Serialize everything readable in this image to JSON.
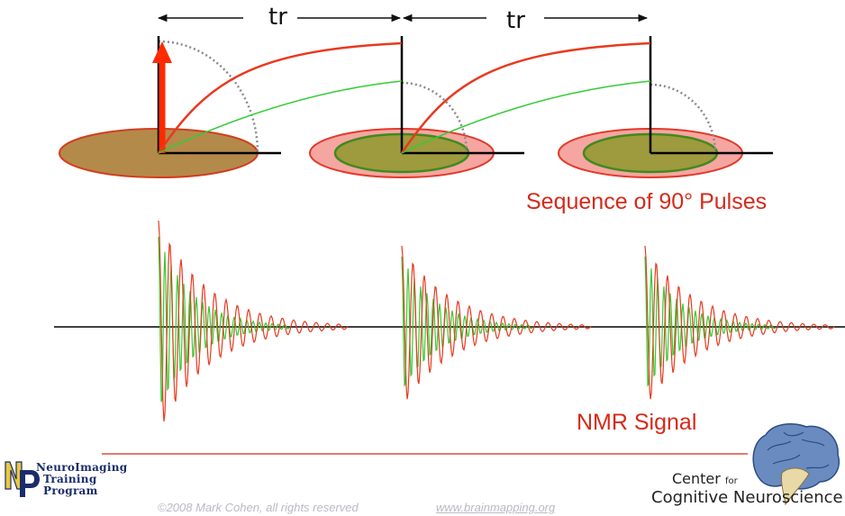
{
  "diagram": {
    "interval_labels": [
      "tr",
      "tr"
    ],
    "pulses_caption": "Sequence of 90° Pulses",
    "signal_caption": "NMR Signal",
    "colors": {
      "red": "#e8391e",
      "green": "#33cc33",
      "disc_fill": "#b48a4a",
      "disc_pink": "#f5a6a0",
      "caption": "#d62a1a"
    }
  },
  "footer": {
    "program_logo": {
      "line1": "NeuroImaging",
      "line2": "Training",
      "line3": "Program"
    },
    "center_logo": {
      "line1_main": "Center",
      "line1_small": "for",
      "line2": "Cognitive Neuroscience"
    },
    "copyright": "©2008 Mark Cohen, all rights reserved",
    "url": "www.brainmapping.org"
  }
}
